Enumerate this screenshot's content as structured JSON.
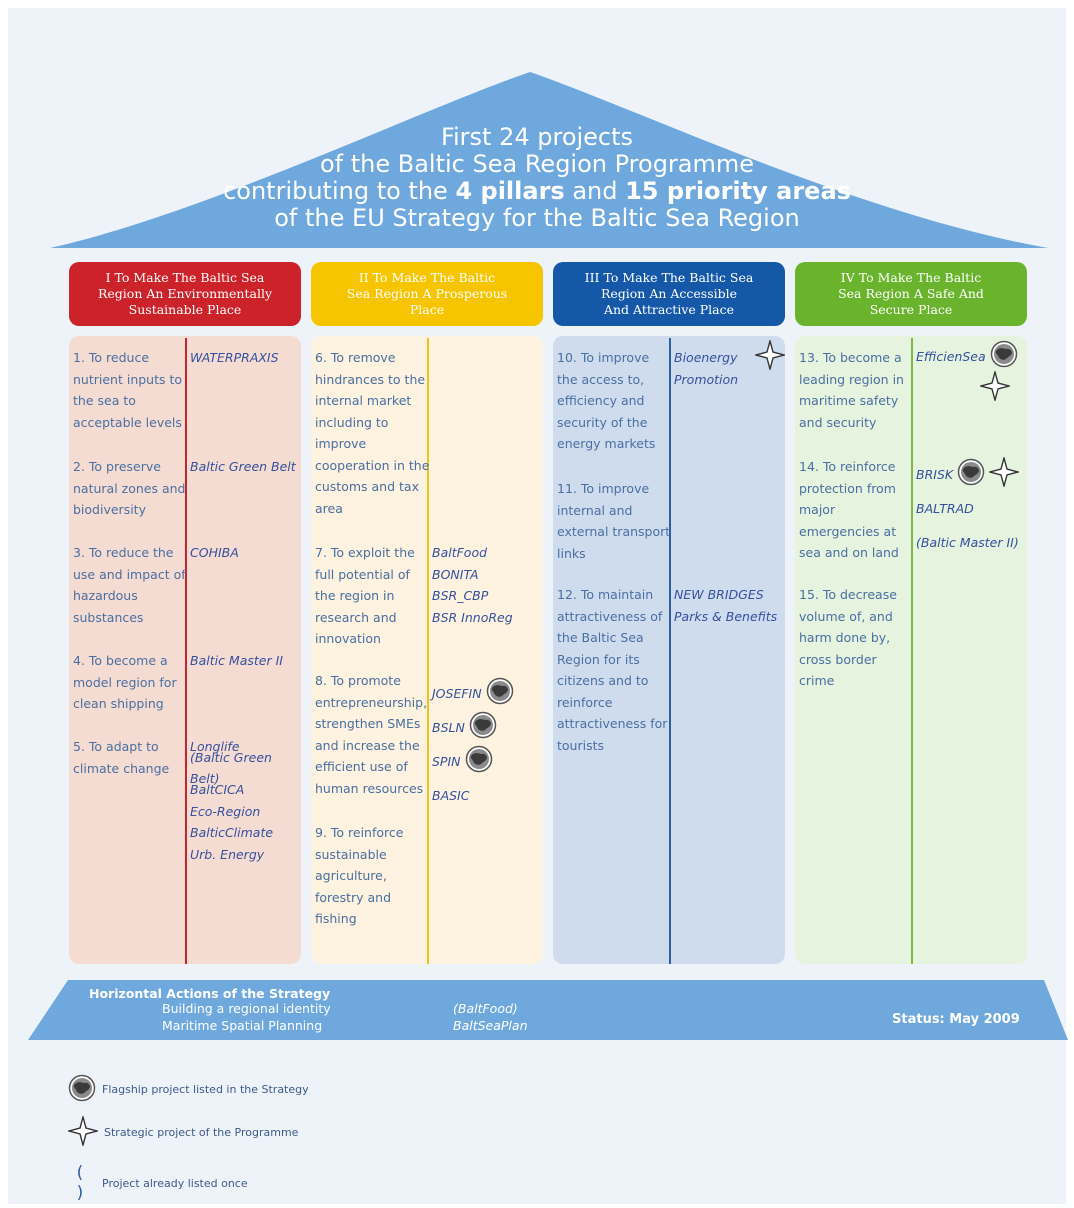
{
  "roof": {
    "line1": "First 24 projects",
    "line2": "of the Baltic Sea Region Programme",
    "line3_pre": "contributing to the ",
    "line3_b1": "4 pillars",
    "line3_mid": " and ",
    "line3_b2": "15 priority areas",
    "line4": "of the EU Strategy for the Baltic Sea Region"
  },
  "colors": {
    "roof": "#6fa8dc",
    "p1_head": "#cc2229",
    "p1_body": "#f5dcd2",
    "p1_line": "#c9232e",
    "p2_head": "#f7c400",
    "p2_body": "#fdf3e0",
    "p2_line": "#f2c01a",
    "p3_head": "#1558a8",
    "p3_body": "#cfdcee",
    "p3_line": "#2d5ea8",
    "p4_head": "#6ab42d",
    "p4_body": "#e6f3df",
    "p4_line": "#7cb842",
    "text": "#4a6fa1",
    "project": "#35509e"
  },
  "pillars": [
    {
      "head": [
        "I To Make The Baltic Sea",
        "Region An Environmentally",
        "Sustainable Place"
      ],
      "goals": [
        "1. To reduce nutrient inputs to the sea to acceptable levels",
        "2. To preserve natural zones and biodiversity",
        "3. To reduce the use and impact of hazardous substances",
        "4. To become a model region for clean shipping",
        "5. To adapt to climate change"
      ],
      "projects": [
        [
          "WATERPRAXIS"
        ],
        [
          "Baltic Green Belt"
        ],
        [
          "COHIBA"
        ],
        [
          "Baltic Master II"
        ],
        [
          "Longlife",
          "(Baltic Green Belt)",
          "BaltCICA",
          "Eco-Region",
          "BalticClimate",
          "Urb. Energy"
        ]
      ]
    },
    {
      "head": [
        "II To Make The Baltic",
        "Sea Region A Prosperous",
        "Place"
      ],
      "goals": [
        "6. To remove hindrances to the internal market including to improve cooperation in the customs and tax area",
        "7. To exploit the full potential of the region in research and innovation",
        "8. To promote entrepreneurship, strengthen SMEs and increase the efficient use of human resources",
        "9. To reinforce sustainable agriculture, forestry and fishing"
      ],
      "projects": [
        [],
        [
          "BaltFood",
          "BONITA",
          "BSR_CBP",
          "BSR InnoReg"
        ],
        [
          "JOSEFIN",
          "BSLN",
          "SPIN",
          "BASIC"
        ],
        []
      ]
    },
    {
      "head": [
        "III To Make The Baltic Sea",
        "Region An Accessible",
        "And Attractive Place"
      ],
      "goals": [
        "10. To improve the access to, efficiency and security of the energy markets",
        "11. To improve internal and external transport links",
        "12. To maintain attractiveness of the Baltic Sea Region for its citizens and to reinforce attractiveness for tourists"
      ],
      "projects": [
        [
          "Bioenergy",
          "Promotion"
        ],
        [],
        [
          "NEW BRIDGES",
          "Parks & Benefits"
        ]
      ]
    },
    {
      "head": [
        "IV To Make The Baltic",
        "Sea Region A Safe And",
        "Secure Place"
      ],
      "goals": [
        "13. To become a leading region in maritime safety and security",
        "14. To reinforce protection from major emergencies at sea and on land",
        "15. To decrease volume of, and harm done by, cross border crime"
      ],
      "projects": [
        [
          "EfficienSea"
        ],
        [
          "BRISK",
          "BALTRAD",
          "(Baltic Master II)"
        ],
        []
      ]
    }
  ],
  "icons": {
    "flagship": "flagship-map-icon",
    "strategic": "four-point-star-icon",
    "listed": "parentheses-icon"
  },
  "base": {
    "title": "Horizontal Actions of the Strategy",
    "item1": "Building a regional identity",
    "item2": "Maritime Spatial Planning",
    "proj1": "(BaltFood)",
    "proj2": "BaltSeaPlan",
    "status": "Status: May 2009"
  },
  "legend": {
    "flagship": "Flagship project listed in the Strategy",
    "strategic": "Strategic project of the Programme",
    "listed_symbol": "( )",
    "listed": "Project already listed once"
  }
}
